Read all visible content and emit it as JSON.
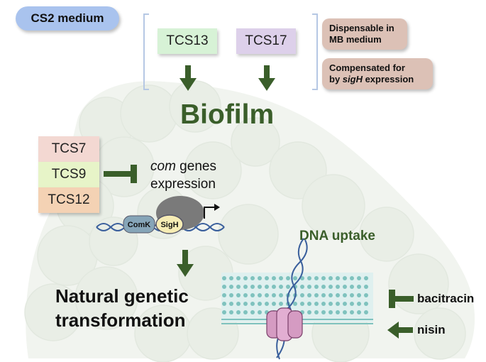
{
  "medium_badge": "CS2 medium",
  "top_tcs": [
    {
      "label": "TCS13",
      "color": "#d7f2d6"
    },
    {
      "label": "TCS17",
      "color": "#ddd0ea"
    }
  ],
  "notes": {
    "dispensable_line1": "Dispensable in",
    "dispensable_line2": "MB medium",
    "compensated_line1": "Compensated for",
    "compensated_line2_prefix": "by ",
    "compensated_line2_gene": "sigH",
    "compensated_line2_suffix": " expression"
  },
  "biofilm_label": "Biofilm",
  "left_tcs": [
    {
      "label": "TCS7",
      "color": "#f3d8d2"
    },
    {
      "label": "TCS9",
      "color": "#e7f4c8"
    },
    {
      "label": "TCS12",
      "color": "#f4d2b4"
    }
  ],
  "com_genes": {
    "italic": "com",
    "rest": " genes",
    "line2": "expression"
  },
  "proteins": {
    "comk": "ComK",
    "sigh": "SigH"
  },
  "transformation": {
    "line1": "Natural genetic",
    "line2": "transformation"
  },
  "dna_uptake": "DNA uptake",
  "antibiotics": {
    "bacitracin": "bacitracin",
    "nisin": "nisin"
  },
  "colors": {
    "arrow_green": "#3a5e2a",
    "bracket_blue": "#b6c8e4",
    "membrane_teal": "#7fc2be",
    "channel_pink": "#d59bc2",
    "dna_blue": "#3a5f9c"
  }
}
